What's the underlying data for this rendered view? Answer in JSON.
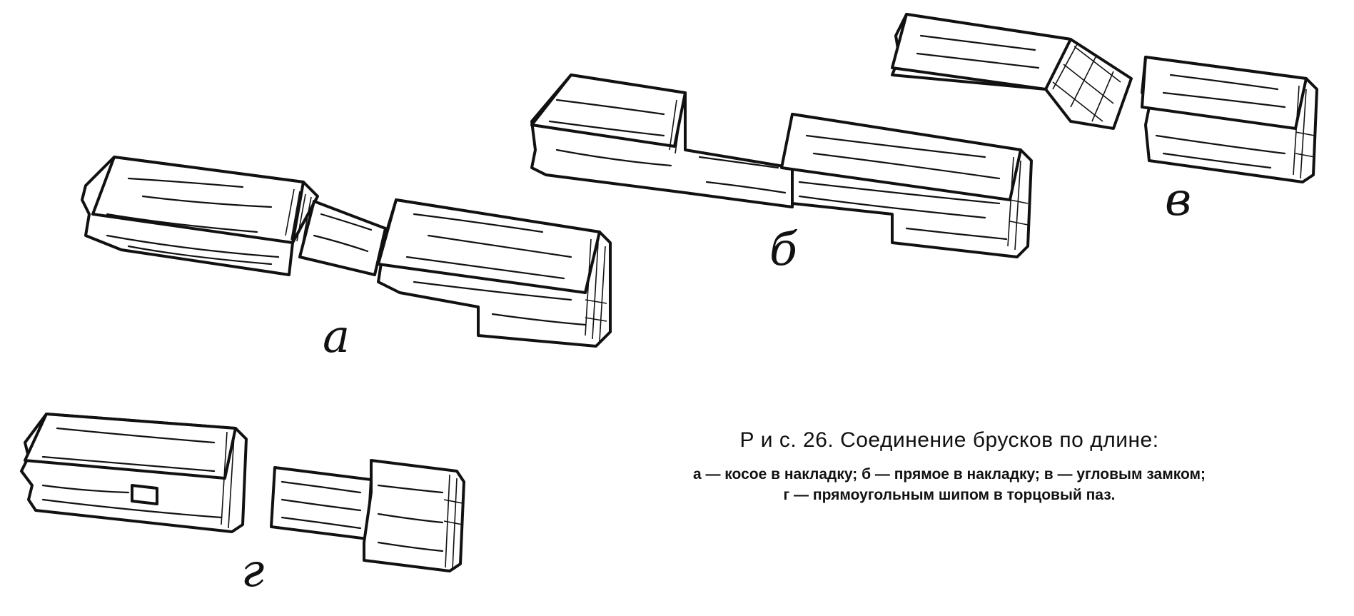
{
  "figure": {
    "caption_title": "Р и с. 26. Соединение брусков по длине:",
    "caption_legend_line1": "а — косое в накладку; б — прямое в накладку; в — угловым замком;",
    "caption_legend_line2": "г — прямоугольным шипом в торцовый паз."
  },
  "labels": {
    "a": "а",
    "b": "б",
    "v": "в",
    "g": "г"
  }
}
